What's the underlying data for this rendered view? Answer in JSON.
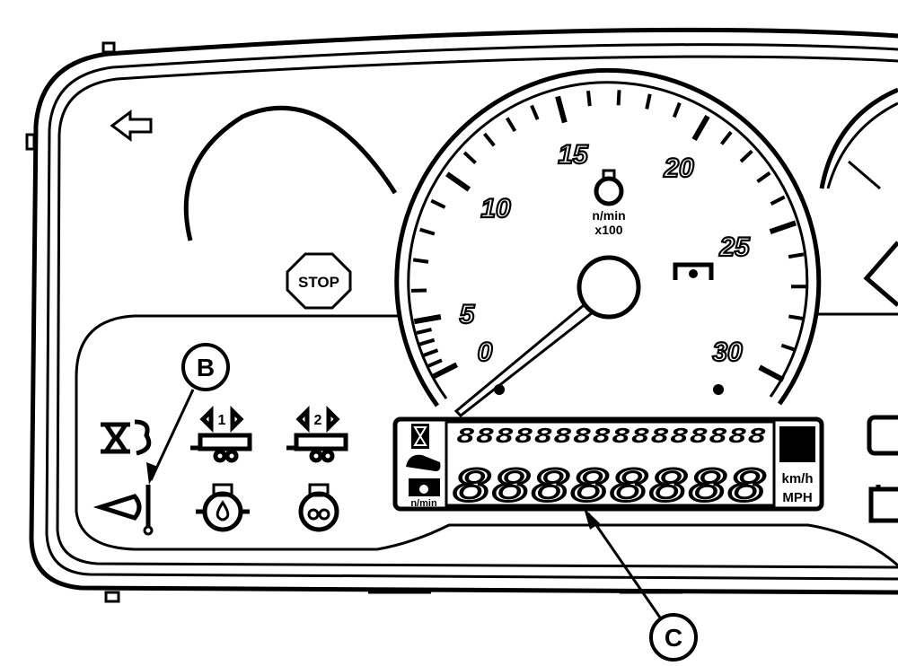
{
  "gauge": {
    "scale_labels": [
      "0",
      "5",
      "10",
      "15",
      "20",
      "25",
      "30"
    ],
    "unit": "n/min",
    "multiplier": "x100"
  },
  "stop_sign": "STOP",
  "callouts": {
    "b": "B",
    "c": "C"
  },
  "lcd": {
    "speed_unit_kmh": "km/h",
    "speed_unit_mph": "MPH",
    "pto_unit": "n/min",
    "main_digits": "88888888",
    "top_digits": "8888888888888888"
  },
  "indicators": {
    "trailer_1": "1",
    "trailer_2": "2"
  },
  "icons": [
    "turn-left-arrow-icon",
    "stop-icon",
    "engine-rpm-icon",
    "pto-icon",
    "warning-triangle-icon",
    "trailer-1-icon",
    "trailer-2-icon",
    "air-filter-icon",
    "coolant-temperature-icon",
    "engine-oil-pressure-icon",
    "engine-preheat-icon",
    "hourglass-icon",
    "battery-icon"
  ]
}
